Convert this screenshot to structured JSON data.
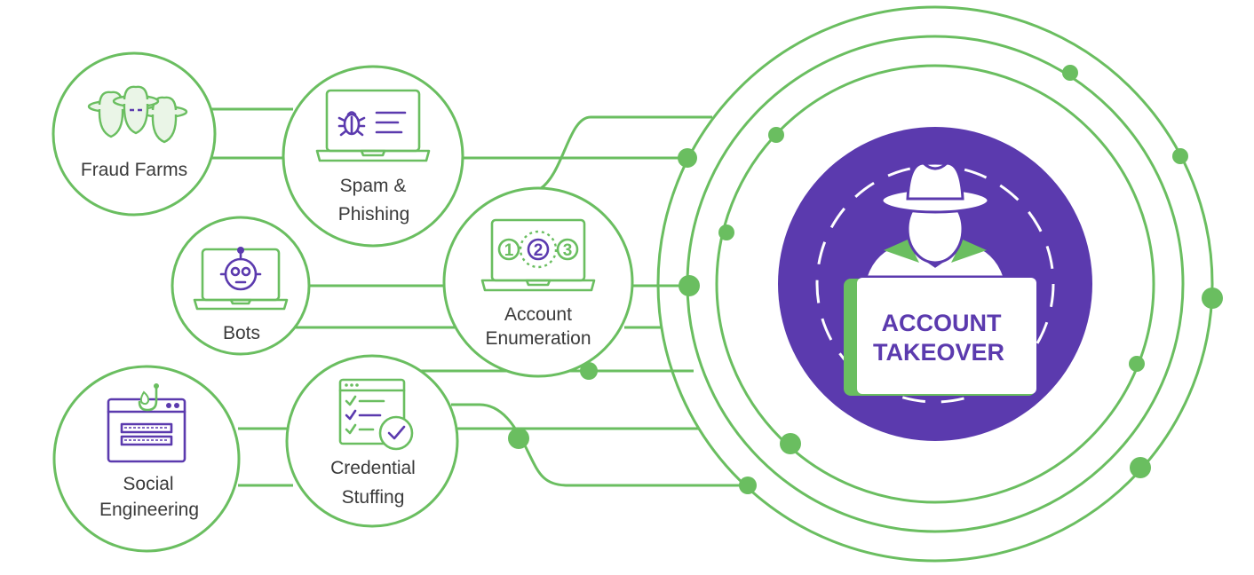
{
  "nodes": {
    "fraud_farms": "Fraud Farms",
    "spam_phishing_l1": "Spam &",
    "spam_phishing_l2": "Phishing",
    "bots": "Bots",
    "account_enumeration_l1": "Account",
    "account_enumeration_l2": "Enumeration",
    "social_engineering_l1": "Social",
    "social_engineering_l2": "Engineering",
    "credential_stuffing_l1": "Credential",
    "credential_stuffing_l2": "Stuffing"
  },
  "center": {
    "title_l1": "ACCOUNT",
    "title_l2": "TAKEOVER"
  },
  "enumeration_steps": [
    "1",
    "2",
    "3"
  ],
  "icons": {
    "fraud_farms": "hatted-figures-icon",
    "spam_phishing": "laptop-bug-icon",
    "bots": "laptop-robot-icon",
    "account_enumeration": "laptop-numbers-icon",
    "social_engineering": "browser-hook-icon",
    "credential_stuffing": "checklist-icon",
    "account_takeover": "hacker-laptop-icon"
  },
  "colors": {
    "green": "#6abe60",
    "purple": "#5b3aae",
    "text": "#3a3a3a"
  }
}
